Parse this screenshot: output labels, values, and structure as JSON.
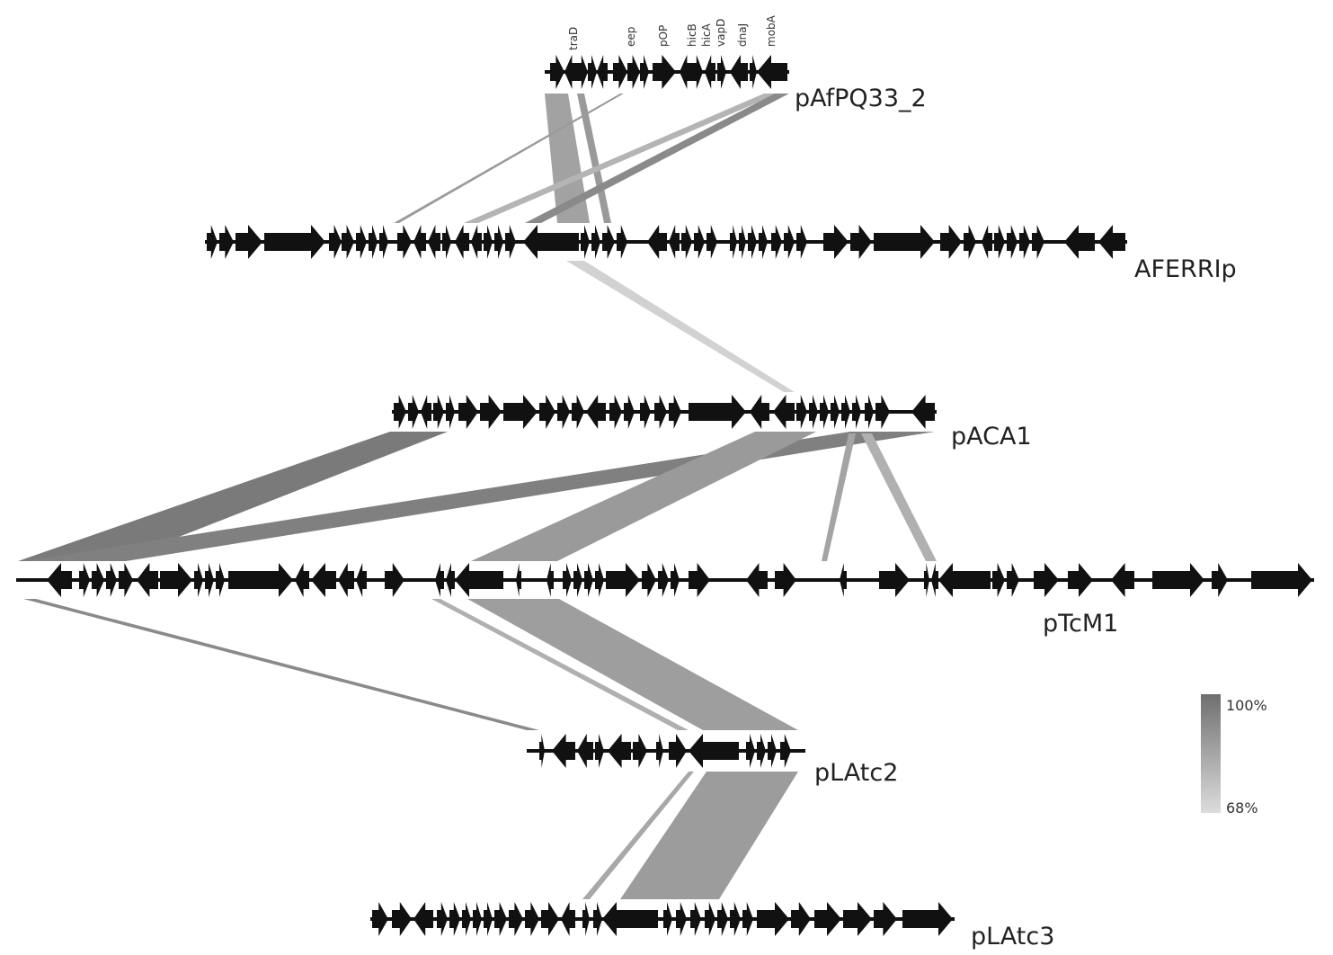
{
  "colors": {
    "gene": "#111111",
    "backbone": "#111111",
    "identity_high": "#6f6f6f",
    "identity_low": "#d4d4d4",
    "label": "#222222"
  },
  "gene_labels": [
    "traD",
    "eep",
    "pOP",
    "hicB",
    "hicA",
    "vapD",
    "dnaJ",
    "mobA"
  ],
  "identity_scale": {
    "max_label": "100%",
    "min_label": "68%"
  },
  "plasmids": [
    {
      "name": "pAfPQ33_2",
      "genes": [
        {
          "s": 612,
          "e": 628,
          "d": 1
        },
        {
          "s": 628,
          "e": 642,
          "d": -1
        },
        {
          "s": 642,
          "e": 654,
          "d": 1
        },
        {
          "s": 654,
          "e": 664,
          "d": 1
        },
        {
          "s": 664,
          "e": 676,
          "d": -1
        },
        {
          "s": 682,
          "e": 698,
          "d": 1
        },
        {
          "s": 698,
          "e": 712,
          "d": 1
        },
        {
          "s": 712,
          "e": 722,
          "d": 1
        },
        {
          "s": 726,
          "e": 752,
          "d": 1
        },
        {
          "s": 756,
          "e": 770,
          "d": -1
        },
        {
          "s": 770,
          "e": 782,
          "d": 1
        },
        {
          "s": 784,
          "e": 796,
          "d": -1
        },
        {
          "s": 798,
          "e": 808,
          "d": 1
        },
        {
          "s": 812,
          "e": 832,
          "d": -1
        },
        {
          "s": 834,
          "e": 842,
          "d": 1
        },
        {
          "s": 842,
          "e": 876,
          "d": -1
        }
      ]
    },
    {
      "name": "AFERRIp",
      "genes": [
        {
          "s": 230,
          "e": 242,
          "d": 1
        },
        {
          "s": 244,
          "e": 260,
          "d": 1
        },
        {
          "s": 262,
          "e": 292,
          "d": 1
        },
        {
          "s": 294,
          "e": 362,
          "d": 1
        },
        {
          "s": 366,
          "e": 380,
          "d": 1
        },
        {
          "s": 380,
          "e": 394,
          "d": 1
        },
        {
          "s": 396,
          "e": 408,
          "d": 1
        },
        {
          "s": 410,
          "e": 420,
          "d": 1
        },
        {
          "s": 422,
          "e": 432,
          "d": 1
        },
        {
          "s": 442,
          "e": 458,
          "d": 1
        },
        {
          "s": 460,
          "e": 474,
          "d": -1
        },
        {
          "s": 476,
          "e": 490,
          "d": -1
        },
        {
          "s": 492,
          "e": 502,
          "d": 1
        },
        {
          "s": 506,
          "e": 522,
          "d": -1
        },
        {
          "s": 524,
          "e": 536,
          "d": -1
        },
        {
          "s": 538,
          "e": 548,
          "d": 1
        },
        {
          "s": 550,
          "e": 560,
          "d": 1
        },
        {
          "s": 562,
          "e": 574,
          "d": 1
        },
        {
          "s": 582,
          "e": 644,
          "d": -1
        },
        {
          "s": 646,
          "e": 656,
          "d": 1
        },
        {
          "s": 658,
          "e": 668,
          "d": 1
        },
        {
          "s": 670,
          "e": 684,
          "d": 1
        },
        {
          "s": 686,
          "e": 698,
          "d": 1
        },
        {
          "s": 720,
          "e": 742,
          "d": -1
        },
        {
          "s": 744,
          "e": 756,
          "d": -1
        },
        {
          "s": 758,
          "e": 770,
          "d": 1
        },
        {
          "s": 772,
          "e": 784,
          "d": 1
        },
        {
          "s": 786,
          "e": 798,
          "d": 1
        },
        {
          "s": 812,
          "e": 820,
          "d": 1
        },
        {
          "s": 822,
          "e": 830,
          "d": 1
        },
        {
          "s": 832,
          "e": 842,
          "d": 1
        },
        {
          "s": 844,
          "e": 854,
          "d": 1
        },
        {
          "s": 858,
          "e": 870,
          "d": 1
        },
        {
          "s": 872,
          "e": 884,
          "d": 1
        },
        {
          "s": 886,
          "e": 898,
          "d": 1
        },
        {
          "s": 916,
          "e": 944,
          "d": 1
        },
        {
          "s": 946,
          "e": 970,
          "d": 1
        },
        {
          "s": 972,
          "e": 1040,
          "d": 1
        },
        {
          "s": 1046,
          "e": 1070,
          "d": 1
        },
        {
          "s": 1072,
          "e": 1086,
          "d": 1
        },
        {
          "s": 1092,
          "e": 1104,
          "d": -1
        },
        {
          "s": 1106,
          "e": 1118,
          "d": 1
        },
        {
          "s": 1120,
          "e": 1132,
          "d": 1
        },
        {
          "s": 1134,
          "e": 1146,
          "d": 1
        },
        {
          "s": 1148,
          "e": 1162,
          "d": 1
        },
        {
          "s": 1184,
          "e": 1218,
          "d": -1
        },
        {
          "s": 1222,
          "e": 1252,
          "d": -1
        }
      ]
    },
    {
      "name": "pACA1",
      "genes": [
        {
          "s": 438,
          "e": 452,
          "d": 1
        },
        {
          "s": 454,
          "e": 466,
          "d": 1
        },
        {
          "s": 468,
          "e": 480,
          "d": -1
        },
        {
          "s": 482,
          "e": 494,
          "d": 1
        },
        {
          "s": 496,
          "e": 506,
          "d": 1
        },
        {
          "s": 510,
          "e": 532,
          "d": 1
        },
        {
          "s": 534,
          "e": 558,
          "d": 1
        },
        {
          "s": 560,
          "e": 598,
          "d": 1
        },
        {
          "s": 600,
          "e": 618,
          "d": 1
        },
        {
          "s": 620,
          "e": 634,
          "d": 1
        },
        {
          "s": 636,
          "e": 650,
          "d": 1
        },
        {
          "s": 652,
          "e": 674,
          "d": -1
        },
        {
          "s": 678,
          "e": 692,
          "d": 1
        },
        {
          "s": 694,
          "e": 706,
          "d": 1
        },
        {
          "s": 712,
          "e": 724,
          "d": 1
        },
        {
          "s": 728,
          "e": 742,
          "d": 1
        },
        {
          "s": 744,
          "e": 758,
          "d": 1
        },
        {
          "s": 766,
          "e": 830,
          "d": 1
        },
        {
          "s": 834,
          "e": 856,
          "d": -1
        },
        {
          "s": 860,
          "e": 884,
          "d": -1
        },
        {
          "s": 886,
          "e": 898,
          "d": 1
        },
        {
          "s": 900,
          "e": 910,
          "d": 1
        },
        {
          "s": 912,
          "e": 922,
          "d": 1
        },
        {
          "s": 924,
          "e": 934,
          "d": 1
        },
        {
          "s": 936,
          "e": 946,
          "d": 1
        },
        {
          "s": 948,
          "e": 958,
          "d": 1
        },
        {
          "s": 962,
          "e": 972,
          "d": 1
        },
        {
          "s": 974,
          "e": 990,
          "d": 1
        },
        {
          "s": 1014,
          "e": 1040,
          "d": -1
        }
      ]
    },
    {
      "name": "pTcM1",
      "genes": [
        {
          "s": 52,
          "e": 80,
          "d": -1
        },
        {
          "s": 88,
          "e": 100,
          "d": 1
        },
        {
          "s": 102,
          "e": 116,
          "d": 1
        },
        {
          "s": 118,
          "e": 130,
          "d": 1
        },
        {
          "s": 132,
          "e": 148,
          "d": 1
        },
        {
          "s": 152,
          "e": 176,
          "d": -1
        },
        {
          "s": 178,
          "e": 214,
          "d": 1
        },
        {
          "s": 216,
          "e": 226,
          "d": 1
        },
        {
          "s": 228,
          "e": 238,
          "d": 1
        },
        {
          "s": 240,
          "e": 250,
          "d": 1
        },
        {
          "s": 254,
          "e": 326,
          "d": 1
        },
        {
          "s": 328,
          "e": 344,
          "d": -1
        },
        {
          "s": 346,
          "e": 374,
          "d": -1
        },
        {
          "s": 376,
          "e": 394,
          "d": -1
        },
        {
          "s": 396,
          "e": 408,
          "d": -1
        },
        {
          "s": 428,
          "e": 450,
          "d": 1
        },
        {
          "s": 484,
          "e": 494,
          "d": -1
        },
        {
          "s": 496,
          "e": 506,
          "d": -1
        },
        {
          "s": 506,
          "e": 560,
          "d": -1
        },
        {
          "s": 574,
          "e": 580,
          "d": -1
        },
        {
          "s": 608,
          "e": 616,
          "d": -1
        },
        {
          "s": 626,
          "e": 636,
          "d": 1
        },
        {
          "s": 638,
          "e": 648,
          "d": 1
        },
        {
          "s": 650,
          "e": 660,
          "d": 1
        },
        {
          "s": 662,
          "e": 672,
          "d": 1
        },
        {
          "s": 674,
          "e": 712,
          "d": 1
        },
        {
          "s": 714,
          "e": 730,
          "d": 1
        },
        {
          "s": 732,
          "e": 744,
          "d": 1
        },
        {
          "s": 746,
          "e": 756,
          "d": 1
        },
        {
          "s": 766,
          "e": 790,
          "d": 1
        },
        {
          "s": 830,
          "e": 854,
          "d": -1
        },
        {
          "s": 862,
          "e": 886,
          "d": 1
        },
        {
          "s": 934,
          "e": 942,
          "d": -1
        },
        {
          "s": 978,
          "e": 1012,
          "d": 1
        },
        {
          "s": 1028,
          "e": 1034,
          "d": 1
        },
        {
          "s": 1036,
          "e": 1044,
          "d": -1
        },
        {
          "s": 1044,
          "e": 1102,
          "d": -1
        },
        {
          "s": 1104,
          "e": 1118,
          "d": 1
        },
        {
          "s": 1120,
          "e": 1134,
          "d": 1
        },
        {
          "s": 1150,
          "e": 1178,
          "d": 1
        },
        {
          "s": 1188,
          "e": 1216,
          "d": 1
        },
        {
          "s": 1236,
          "e": 1262,
          "d": -1
        },
        {
          "s": 1282,
          "e": 1340,
          "d": 1
        },
        {
          "s": 1348,
          "e": 1366,
          "d": 1
        },
        {
          "s": 1392,
          "e": 1460,
          "d": 1
        }
      ]
    },
    {
      "name": "pLAtc2",
      "genes": [
        {
          "s": 600,
          "e": 606,
          "d": 1
        },
        {
          "s": 614,
          "e": 640,
          "d": -1
        },
        {
          "s": 642,
          "e": 660,
          "d": -1
        },
        {
          "s": 662,
          "e": 672,
          "d": 1
        },
        {
          "s": 676,
          "e": 702,
          "d": -1
        },
        {
          "s": 704,
          "e": 720,
          "d": 1
        },
        {
          "s": 730,
          "e": 738,
          "d": 1
        },
        {
          "s": 744,
          "e": 764,
          "d": 1
        },
        {
          "s": 766,
          "e": 822,
          "d": -1
        },
        {
          "s": 830,
          "e": 840,
          "d": 1
        },
        {
          "s": 842,
          "e": 852,
          "d": 1
        },
        {
          "s": 854,
          "e": 864,
          "d": 1
        },
        {
          "s": 868,
          "e": 880,
          "d": 1
        }
      ]
    },
    {
      "name": "pLAtc3",
      "genes": [
        {
          "s": 414,
          "e": 432,
          "d": 1
        },
        {
          "s": 436,
          "e": 458,
          "d": 1
        },
        {
          "s": 460,
          "e": 482,
          "d": -1
        },
        {
          "s": 486,
          "e": 498,
          "d": 1
        },
        {
          "s": 500,
          "e": 512,
          "d": 1
        },
        {
          "s": 514,
          "e": 524,
          "d": 1
        },
        {
          "s": 526,
          "e": 536,
          "d": 1
        },
        {
          "s": 538,
          "e": 548,
          "d": 1
        },
        {
          "s": 550,
          "e": 564,
          "d": 1
        },
        {
          "s": 566,
          "e": 582,
          "d": 1
        },
        {
          "s": 584,
          "e": 600,
          "d": 1
        },
        {
          "s": 602,
          "e": 622,
          "d": 1
        },
        {
          "s": 624,
          "e": 640,
          "d": -1
        },
        {
          "s": 648,
          "e": 656,
          "d": 1
        },
        {
          "s": 660,
          "e": 670,
          "d": 1
        },
        {
          "s": 670,
          "e": 732,
          "d": -1
        },
        {
          "s": 738,
          "e": 748,
          "d": 1
        },
        {
          "s": 752,
          "e": 764,
          "d": 1
        },
        {
          "s": 768,
          "e": 780,
          "d": 1
        },
        {
          "s": 784,
          "e": 796,
          "d": 1
        },
        {
          "s": 798,
          "e": 810,
          "d": 1
        },
        {
          "s": 812,
          "e": 824,
          "d": 1
        },
        {
          "s": 826,
          "e": 838,
          "d": 1
        },
        {
          "s": 842,
          "e": 878,
          "d": 1
        },
        {
          "s": 880,
          "e": 902,
          "d": 1
        },
        {
          "s": 906,
          "e": 936,
          "d": 1
        },
        {
          "s": 938,
          "e": 970,
          "d": 1
        },
        {
          "s": 972,
          "e": 998,
          "d": 1
        },
        {
          "s": 1004,
          "e": 1060,
          "d": 1
        }
      ]
    }
  ]
}
